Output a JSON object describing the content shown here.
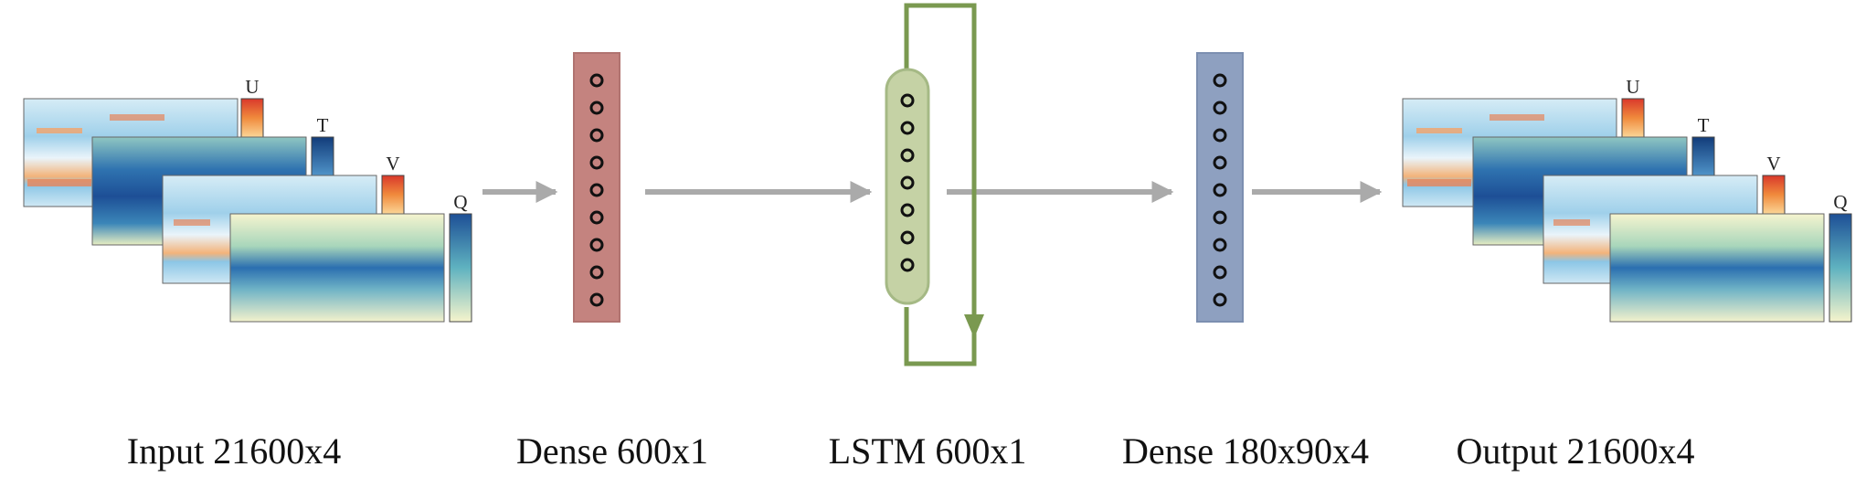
{
  "stages": {
    "input": "Input 21600x4",
    "dense1": "Dense 600x1",
    "lstm": "LSTM 600x1",
    "dense2": "Dense 180x90x4",
    "output": "Output 21600x4"
  },
  "variables": [
    "U",
    "T",
    "V",
    "Q"
  ],
  "colors": {
    "dense1": "#c4837f",
    "lstm": "#c5d2a5",
    "lstm_loop": "#7a9950",
    "dense2": "#8ea0c0",
    "arrow": "#aaaaaa"
  },
  "icons": {
    "dense1": "neuron-column-icon",
    "lstm": "recurrent-cell-icon",
    "dense2": "neuron-column-icon",
    "arrows": "flow-arrow-icon",
    "maps": "climate-field-map-icon",
    "colorbars": "colorbar-icon"
  }
}
